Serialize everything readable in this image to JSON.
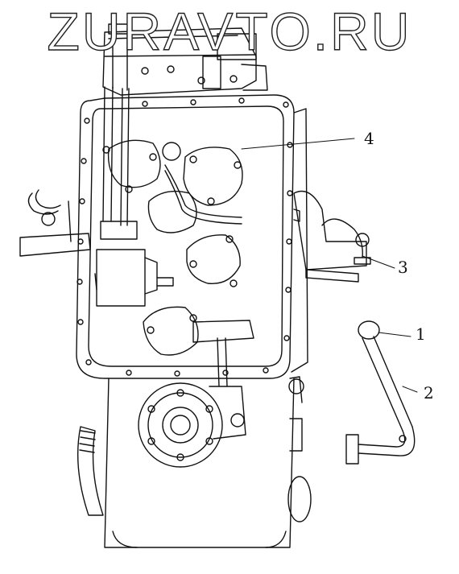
{
  "watermark": {
    "text": "ZURAVTO.RU"
  },
  "callouts": [
    {
      "label": "1",
      "part": "lever-knob"
    },
    {
      "label": "2",
      "part": "shift-lever"
    },
    {
      "label": "3",
      "part": "mounting-bracket"
    },
    {
      "label": "4",
      "part": "gearbox-housing-cover"
    }
  ],
  "colors": {
    "line": "#111111",
    "background": "#ffffff"
  }
}
